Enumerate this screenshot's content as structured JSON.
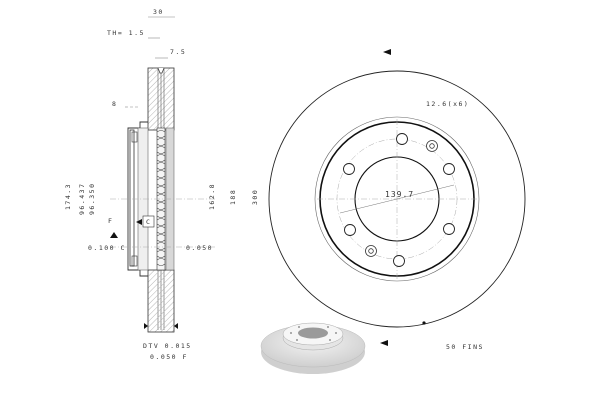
{
  "drawing": {
    "subject": "Ventilated brake disc technical drawing",
    "side_view": {
      "dim_overall_width": "30",
      "dim_th": "TH= 1.5",
      "dim_friction_thickness": "7.5",
      "dim_hat_depth": "8",
      "dim_diameters": [
        "174.3",
        "96.437",
        "96.350"
      ],
      "dim_inner_diameters": [
        "162.8",
        "188",
        "300"
      ],
      "datum_label": "C",
      "datum_f": "F",
      "tolerance_left": "0.100 C",
      "tolerance_right": "0.050",
      "tolerance_dtv": "DTV 0.015",
      "tolerance_flatness": "0.050 F"
    },
    "front_view": {
      "bolt_hole_label": "12.6(x6)",
      "bolt_circle": "139.7",
      "fins_label": "50 FINS",
      "bolt_holes_count": 6,
      "locator_holes_count": 2
    }
  },
  "colors": {
    "line": "#222222",
    "hatch": "#9a9a9a",
    "center_line": "#999999",
    "background": "#ffffff"
  }
}
